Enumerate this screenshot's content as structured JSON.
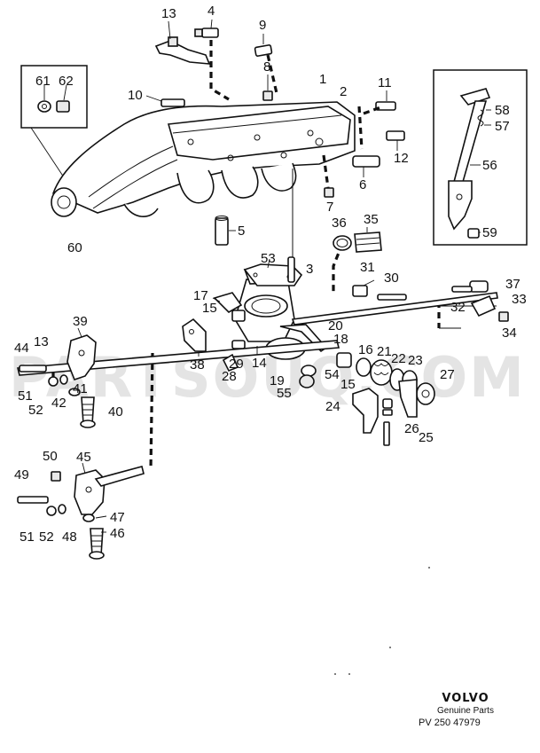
{
  "diagram": {
    "watermark": "PARTSOUQ.COM",
    "footer": {
      "brand": "VOLVO",
      "subtitle": "Genuine Parts",
      "code": "PV  250  47979"
    },
    "callouts": [
      {
        "id": "c13a",
        "text": "13"
      },
      {
        "id": "c4",
        "text": "4"
      },
      {
        "id": "c9",
        "text": "9"
      },
      {
        "id": "c8",
        "text": "8"
      },
      {
        "id": "c61",
        "text": "61"
      },
      {
        "id": "c62",
        "text": "62"
      },
      {
        "id": "c10",
        "text": "10"
      },
      {
        "id": "c1",
        "text": "1"
      },
      {
        "id": "c2",
        "text": "2"
      },
      {
        "id": "c11",
        "text": "11"
      },
      {
        "id": "c58",
        "text": "58"
      },
      {
        "id": "c57",
        "text": "57"
      },
      {
        "id": "c12",
        "text": "12"
      },
      {
        "id": "c56",
        "text": "56"
      },
      {
        "id": "c6",
        "text": "6"
      },
      {
        "id": "c7",
        "text": "7"
      },
      {
        "id": "c5",
        "text": "5"
      },
      {
        "id": "c60",
        "text": "60"
      },
      {
        "id": "c36",
        "text": "36"
      },
      {
        "id": "c35",
        "text": "35"
      },
      {
        "id": "c59",
        "text": "59"
      },
      {
        "id": "c53",
        "text": "53"
      },
      {
        "id": "c3",
        "text": "3"
      },
      {
        "id": "c31",
        "text": "31"
      },
      {
        "id": "c30",
        "text": "30"
      },
      {
        "id": "c37",
        "text": "37"
      },
      {
        "id": "c33",
        "text": "33"
      },
      {
        "id": "c17",
        "text": "17"
      },
      {
        "id": "c15a",
        "text": "15"
      },
      {
        "id": "c32",
        "text": "32"
      },
      {
        "id": "c34",
        "text": "34"
      },
      {
        "id": "c39",
        "text": "39"
      },
      {
        "id": "c20",
        "text": "20"
      },
      {
        "id": "c18",
        "text": "18"
      },
      {
        "id": "c44",
        "text": "44"
      },
      {
        "id": "c13b",
        "text": "13"
      },
      {
        "id": "c16",
        "text": "16"
      },
      {
        "id": "c21",
        "text": "21"
      },
      {
        "id": "c22",
        "text": "22"
      },
      {
        "id": "c23",
        "text": "23"
      },
      {
        "id": "c38",
        "text": "38"
      },
      {
        "id": "c29",
        "text": "29"
      },
      {
        "id": "c14",
        "text": "14"
      },
      {
        "id": "c28",
        "text": "28"
      },
      {
        "id": "c19",
        "text": "19"
      },
      {
        "id": "c54",
        "text": "54"
      },
      {
        "id": "c27",
        "text": "27"
      },
      {
        "id": "c15b",
        "text": "15"
      },
      {
        "id": "c51a",
        "text": "51"
      },
      {
        "id": "c41",
        "text": "41"
      },
      {
        "id": "c55",
        "text": "55"
      },
      {
        "id": "c52a",
        "text": "52"
      },
      {
        "id": "c42",
        "text": "42"
      },
      {
        "id": "c40",
        "text": "40"
      },
      {
        "id": "c24",
        "text": "24"
      },
      {
        "id": "c26",
        "text": "26"
      },
      {
        "id": "c25",
        "text": "25"
      },
      {
        "id": "c50",
        "text": "50"
      },
      {
        "id": "c45",
        "text": "45"
      },
      {
        "id": "c49",
        "text": "49"
      },
      {
        "id": "c47",
        "text": "47"
      },
      {
        "id": "c46",
        "text": "46"
      },
      {
        "id": "c51b",
        "text": "51"
      },
      {
        "id": "c52b",
        "text": "52"
      },
      {
        "id": "c48",
        "text": "48"
      }
    ]
  }
}
